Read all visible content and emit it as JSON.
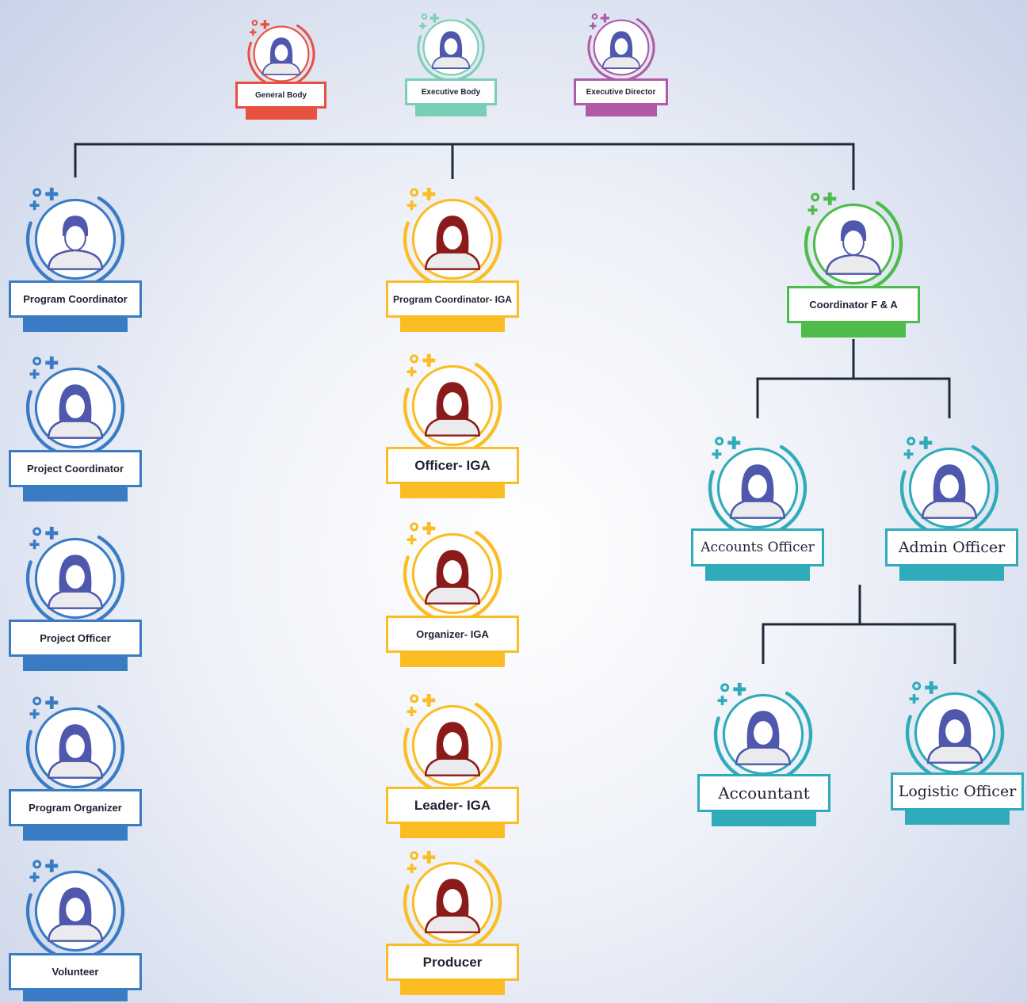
{
  "colors": {
    "red": "#e8503f",
    "mint": "#79cfb5",
    "purple": "#b05aa8",
    "blue": "#3a7cc4",
    "yellow": "#fbbd23",
    "green": "#4ebc4a",
    "teal": "#2fabb9",
    "line": "#1f2a3a"
  },
  "top_row": [
    {
      "label": "General Body",
      "color": "red",
      "avatar": "female-avatar-icon"
    },
    {
      "label": "Executive Body",
      "color": "mint",
      "avatar": "female-avatar-icon"
    },
    {
      "label": "Executive Director",
      "color": "purple",
      "avatar": "female-avatar-icon"
    }
  ],
  "program_branch": [
    {
      "label": "Program Coordinator",
      "color": "blue",
      "avatar": "male-avatar-icon"
    },
    {
      "label": "Project Coordinator",
      "color": "blue",
      "avatar": "female-avatar-icon"
    },
    {
      "label": "Project Officer",
      "color": "blue",
      "avatar": "female-avatar-icon"
    },
    {
      "label": "Program Organizer",
      "color": "blue",
      "avatar": "female-avatar-icon"
    },
    {
      "label": "Volunteer",
      "color": "blue",
      "avatar": "female-avatar-icon"
    }
  ],
  "iga_branch": [
    {
      "label": "Program Coordinator- IGA",
      "color": "yellow",
      "avatar": "female-avatar-icon"
    },
    {
      "label": "Officer- IGA",
      "color": "yellow",
      "avatar": "female-avatar-icon"
    },
    {
      "label": "Organizer- IGA",
      "color": "yellow",
      "avatar": "female-avatar-icon"
    },
    {
      "label": "Leader- IGA",
      "color": "yellow",
      "avatar": "female-avatar-icon"
    },
    {
      "label": "Producer",
      "color": "yellow",
      "avatar": "female-avatar-icon"
    }
  ],
  "finance_branch": {
    "head": {
      "label": "Coordinator F & A",
      "color": "green",
      "avatar": "male-avatar-icon"
    },
    "officers": [
      {
        "label": "Accounts Officer",
        "color": "teal",
        "avatar": "female-avatar-icon"
      },
      {
        "label": "Admin Officer",
        "color": "teal",
        "avatar": "female-avatar-icon"
      }
    ],
    "staff": [
      {
        "label": "Accountant",
        "color": "teal",
        "avatar": "female-avatar-icon"
      },
      {
        "label": "Logistic Officer",
        "color": "teal",
        "avatar": "female-avatar-icon"
      }
    ]
  }
}
